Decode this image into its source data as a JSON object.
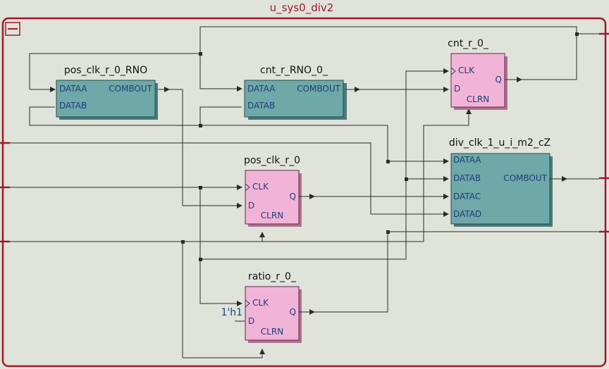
{
  "module": {
    "title": "u_sys0_div2",
    "collapse_icon": "minus-box-icon"
  },
  "instances": [
    {
      "id": "pos_clk_r_0_RNO",
      "name": "pos_clk_r_0_RNO",
      "type": "lut",
      "inputs": [
        "DATAA",
        "DATAB"
      ],
      "outputs": [
        "COMBOUT"
      ]
    },
    {
      "id": "cnt_r_RNO_0_",
      "name": "cnt_r_RNO_0_",
      "type": "lut",
      "inputs": [
        "DATAA",
        "DATAB"
      ],
      "outputs": [
        "COMBOUT"
      ]
    },
    {
      "id": "cnt_r_0_",
      "name": "cnt_r_0_",
      "type": "ff",
      "inputs": [
        "CLK",
        "D"
      ],
      "outputs": [
        "Q"
      ],
      "bottom": "CLRN"
    },
    {
      "id": "div_clk_1_u_i_m2_cZ",
      "name": "div_clk_1_u_i_m2_cZ",
      "type": "lut",
      "inputs": [
        "DATAA",
        "DATAB",
        "DATAC",
        "DATAD"
      ],
      "outputs": [
        "COMBOUT"
      ]
    },
    {
      "id": "pos_clk_r_0",
      "name": "pos_clk_r_0",
      "type": "ff",
      "inputs": [
        "CLK",
        "D"
      ],
      "outputs": [
        "Q"
      ],
      "bottom": "CLRN"
    },
    {
      "id": "ratio_r_0_",
      "name": "ratio_r_0_",
      "type": "ff",
      "inputs": [
        "CLK",
        "D"
      ],
      "outputs": [
        "Q"
      ],
      "bottom": "CLRN"
    }
  ],
  "constants": [
    {
      "target": "ratio_r_0_.D",
      "value": "1'h1"
    }
  ],
  "colors": {
    "background": "#dfe3da",
    "module_border": "#a01828",
    "lut_fill": "#6fa8a8",
    "ff_fill": "#f2b4d6",
    "pin_text": "#1a3f7a",
    "wire": "#2a2a2a"
  }
}
